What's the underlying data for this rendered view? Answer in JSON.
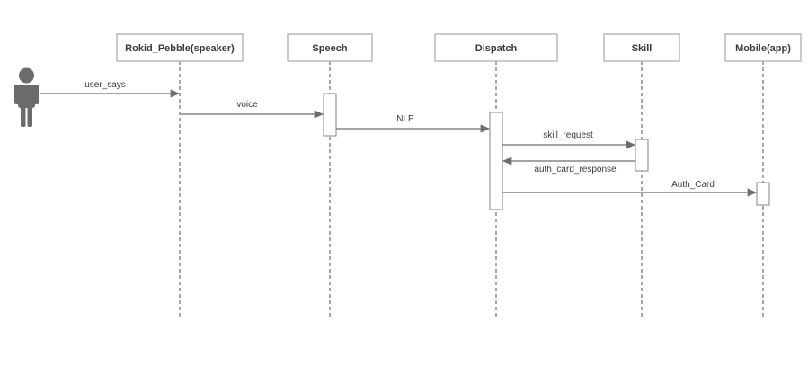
{
  "diagram": {
    "type": "sequence",
    "participants": [
      {
        "id": "speaker",
        "label": "Rokid_Pebble(speaker)"
      },
      {
        "id": "speech",
        "label": "Speech"
      },
      {
        "id": "dispatch",
        "label": "Dispatch"
      },
      {
        "id": "skill",
        "label": "Skill"
      },
      {
        "id": "mobile",
        "label": "Mobile(app)"
      }
    ],
    "actor": {
      "icon": "person-icon",
      "color": "#6b6b6b"
    },
    "messages": [
      {
        "from": "actor",
        "to": "speaker",
        "label": "user_says"
      },
      {
        "from": "speaker",
        "to": "speech",
        "label": "voice"
      },
      {
        "from": "speech",
        "to": "dispatch",
        "label": "NLP"
      },
      {
        "from": "dispatch",
        "to": "skill",
        "label": "skill_request"
      },
      {
        "from": "skill",
        "to": "dispatch",
        "label": "auth_card_response"
      },
      {
        "from": "dispatch",
        "to": "mobile",
        "label": "Auth_Card"
      }
    ]
  }
}
